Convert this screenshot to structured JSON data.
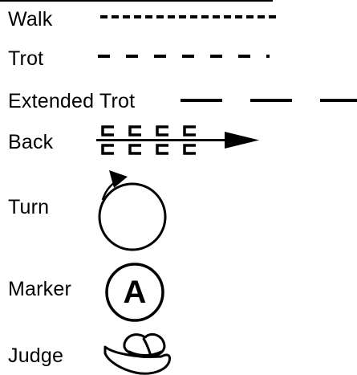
{
  "legend": {
    "items": [
      {
        "label": "Walk",
        "symbol": "short-dash-line"
      },
      {
        "label": "Trot",
        "symbol": "medium-dash-line"
      },
      {
        "label": "Extended Trot",
        "symbol": "long-dash-line"
      },
      {
        "label": "Back",
        "symbol": "backing-arrow"
      },
      {
        "label": "Turn",
        "symbol": "turn-circle"
      },
      {
        "label": "Marker",
        "symbol": "marker-circle"
      },
      {
        "label": "Judge",
        "symbol": "cowboy-hat-icon"
      }
    ],
    "marker_letter": "A",
    "line_color": "#000000"
  }
}
